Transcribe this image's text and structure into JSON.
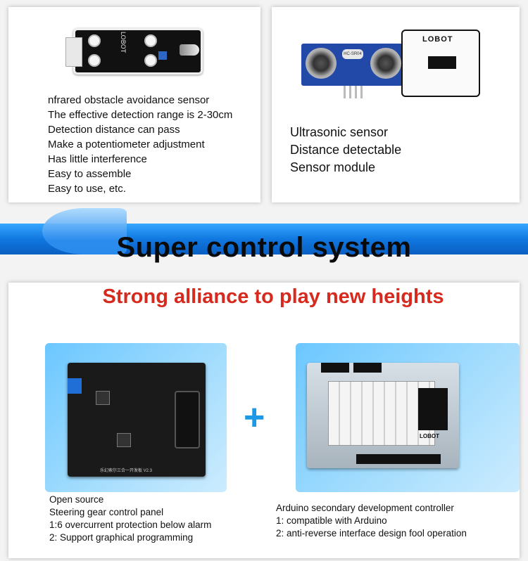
{
  "ir_sensor": {
    "lines": [
      "nfrared obstacle avoidance sensor",
      "The effective detection range is 2-30cm",
      "Detection distance can pass",
      "Make a potentiometer adjustment",
      "Has little interference",
      "Easy to assemble",
      "Easy to use, etc."
    ],
    "board_logo": "LOBOT"
  },
  "ultrasonic": {
    "lines": [
      "Ultrasonic sensor",
      "Distance detectable",
      "Sensor module"
    ],
    "module_label": "HC-SR04",
    "adapter_logo": "LOBOT"
  },
  "banner": {
    "title": "Super control system"
  },
  "section": {
    "subtitle": "Strong alliance to play new heights"
  },
  "left_product": {
    "board_label": "乐幻索尔三合一开发板 V2.3",
    "lines": [
      "Open source",
      "Steering gear control panel",
      "1:6 overcurrent protection below alarm",
      "2: Support graphical programming"
    ]
  },
  "plus_symbol": "+",
  "right_product": {
    "board_logo": "LOBOT",
    "lines": [
      "Arduino secondary development controller",
      "1: compatible with Arduino",
      "2: anti-reverse interface design fool operation"
    ]
  },
  "colors": {
    "banner_blue": "#1078e0",
    "subtitle_red": "#d72a1e",
    "plus_blue": "#1a9ae6",
    "panel_blue": "#6bc7ff"
  }
}
